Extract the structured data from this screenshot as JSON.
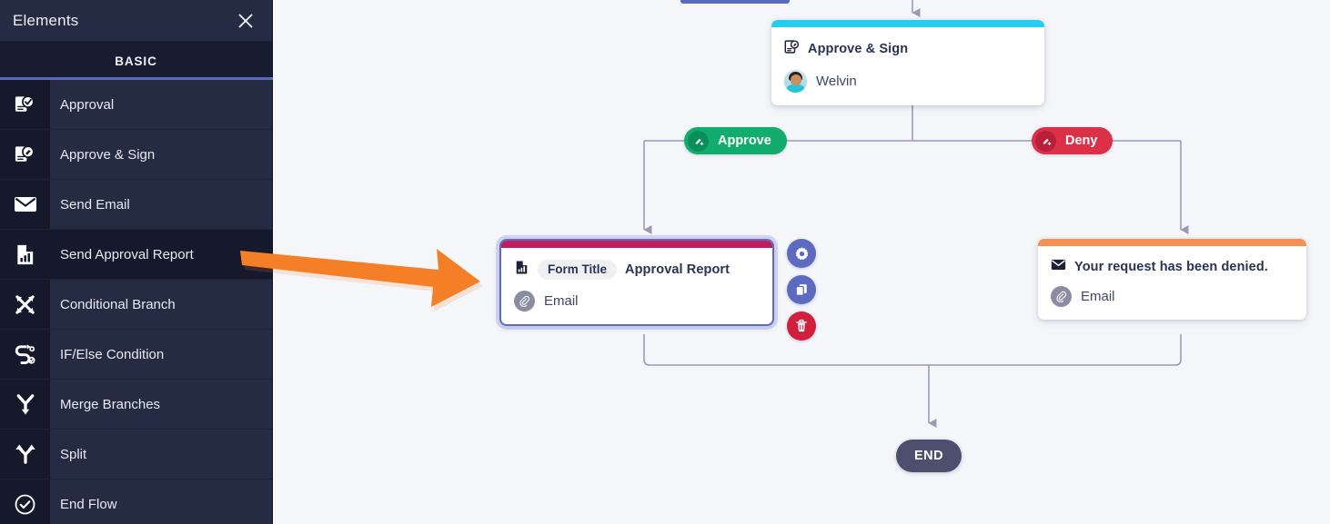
{
  "sidebar": {
    "title": "Elements",
    "close_icon": "close-icon",
    "tab": {
      "label": "BASIC",
      "underline_color": "#5c6bc0"
    },
    "items": [
      {
        "label": "Approval",
        "icon": "approval-document-check-icon",
        "active": false
      },
      {
        "label": "Approve & Sign",
        "icon": "approve-sign-document-pen-icon",
        "active": false
      },
      {
        "label": "Send Email",
        "icon": "envelope-icon",
        "active": false
      },
      {
        "label": "Send Approval Report",
        "icon": "report-chart-document-icon",
        "active": true
      },
      {
        "label": "Conditional Branch",
        "icon": "conditional-branch-cross-arrows-icon",
        "active": false
      },
      {
        "label": "IF/Else Condition",
        "icon": "if-else-branch-icon",
        "active": false
      },
      {
        "label": "Merge Branches",
        "icon": "merge-branches-icon",
        "active": false
      },
      {
        "label": "Split",
        "icon": "split-icon",
        "active": false
      },
      {
        "label": "End Flow",
        "icon": "end-flow-check-circle-icon",
        "active": false
      }
    ],
    "colors": {
      "bg": "#252b42",
      "icon_col": "#15192b",
      "tab_bg": "#171c2e",
      "text": "#e8eaf2"
    }
  },
  "canvas": {
    "background": "#f5f6fa",
    "connector_color": "#9a9ab5",
    "node_above": {
      "color": "#5c6bc0"
    },
    "nodes": [
      {
        "id": "approve-and-sign",
        "bar_color": "#22cff0",
        "title": "Approve & Sign",
        "title_icon": "approve-sign-document-pen-icon",
        "sub_text": "Welvin",
        "sub_icon": "avatar"
      },
      {
        "id": "send-approval-report",
        "bar_color": "#c21d60",
        "chip_label": "Form Title",
        "title": "Approval Report",
        "title_icon": "report-chart-document-icon",
        "sub_text": "Email",
        "sub_icon": "paperclip-icon",
        "selected": true
      },
      {
        "id": "send-email-denied",
        "bar_color": "#f79153",
        "title": "Your request has been denied.",
        "title_icon": "envelope-icon",
        "sub_text": "Email",
        "sub_icon": "paperclip-icon"
      }
    ],
    "badges": [
      {
        "id": "approve",
        "label": "Approve",
        "bg": "#12ad6e",
        "icon_bg": "#0b8f5a",
        "icon": "approve-sign-icon"
      },
      {
        "id": "deny",
        "label": "Deny",
        "bg": "#dc3048",
        "icon_bg": "#b91f38",
        "icon": "deny-sign-icon"
      }
    ],
    "end_node": {
      "label": "END",
      "bg": "#4e4e6e"
    },
    "actions": [
      {
        "id": "settings",
        "icon": "gear-icon",
        "bg": "#5c6bc0"
      },
      {
        "id": "duplicate",
        "icon": "copy-icon",
        "bg": "#5c6bc0"
      },
      {
        "id": "delete",
        "icon": "trash-icon",
        "bg": "#d11f3e"
      }
    ]
  },
  "annotation": {
    "arrow_color": "#f57f27",
    "icon": "pointer-arrow-icon"
  }
}
